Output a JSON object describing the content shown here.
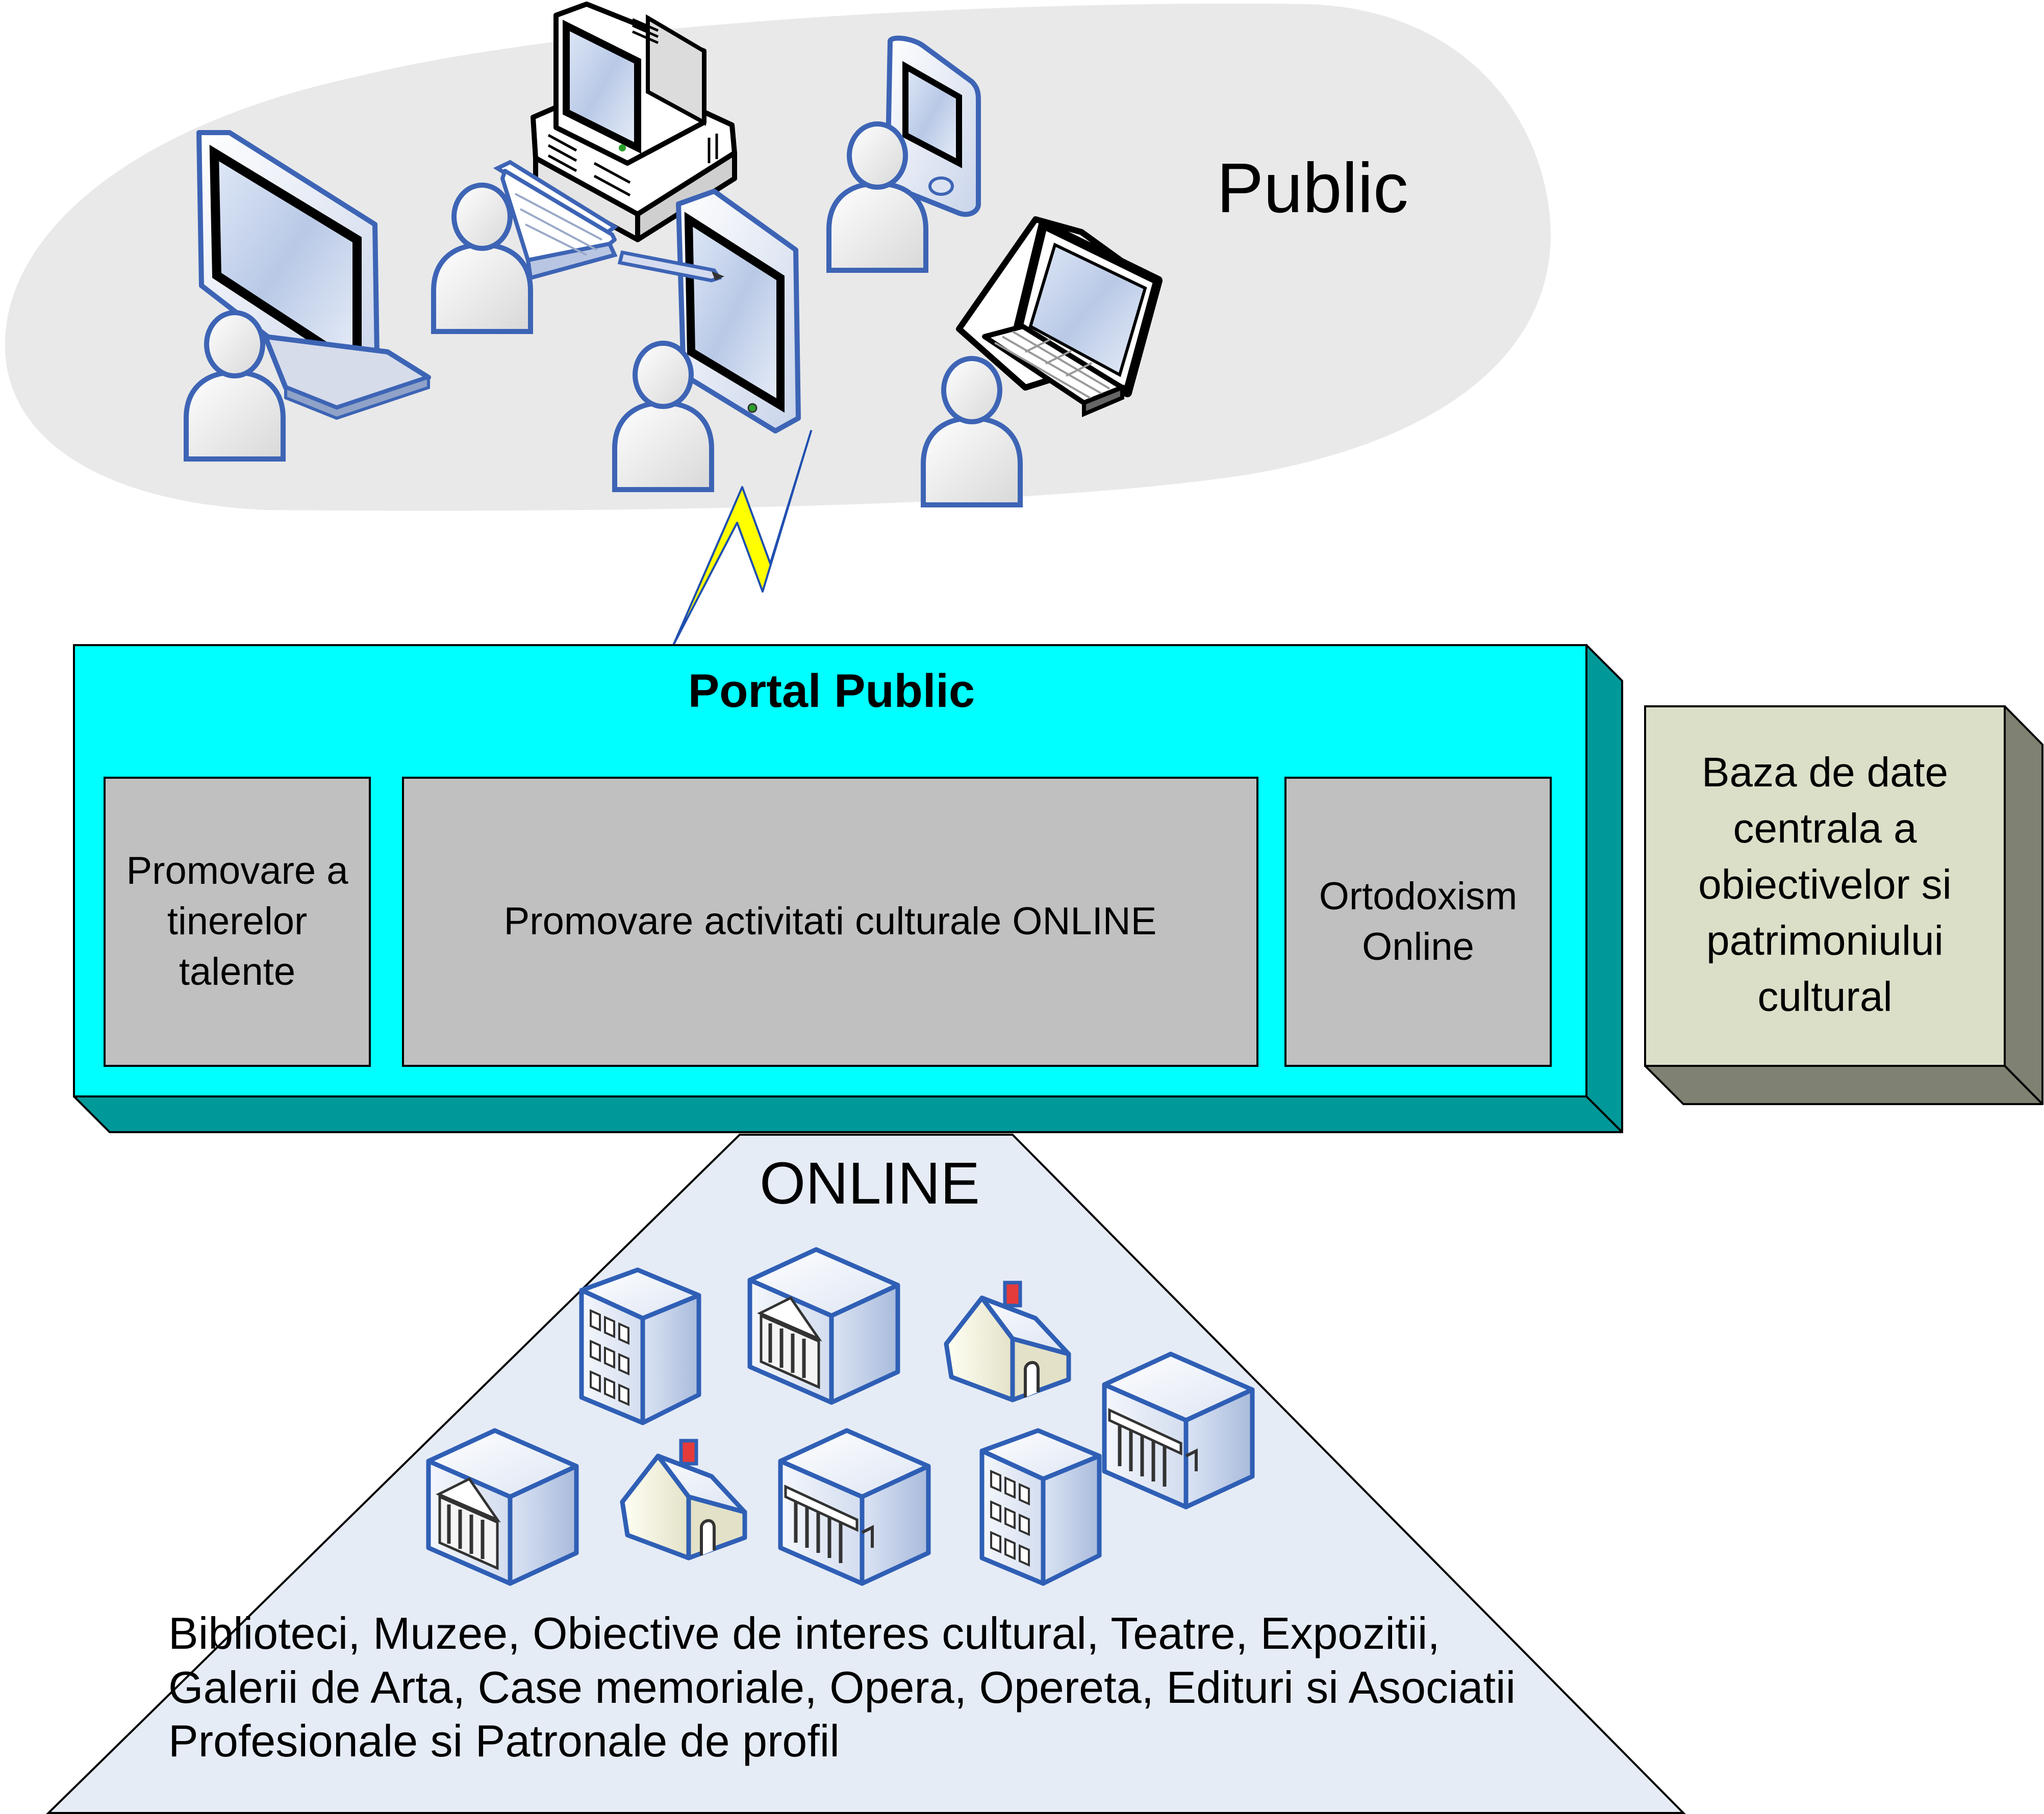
{
  "public": {
    "label": "Public"
  },
  "portal": {
    "title": "Portal Public",
    "modules": [
      {
        "label": "Promovare a tinerelor talente"
      },
      {
        "label": "Promovare activitati culturale ONLINE"
      },
      {
        "label": "Ortodoxism Online"
      }
    ]
  },
  "database": {
    "label": "Baza de date centrala a obiectivelor si patrimoniului cultural"
  },
  "online": {
    "label": "ONLINE",
    "description": "Biblioteci, Muzee, Obiective de interes cultural, Teatre, Expozitii, Galerii de Arta, Case memoriale, Opera, Opereta, Edituri si Asociatii Profesionale si Patronale de profil"
  },
  "icons": {
    "devices": [
      "desktop-monitor-icon",
      "pc-tower-icon",
      "pda-icon",
      "tablet-icon",
      "laptop-icon",
      "user-icon",
      "lightning-icon"
    ],
    "buildings": [
      "office-building-icon",
      "museum-icon",
      "house-icon"
    ]
  },
  "colors": {
    "cloud": "#e9e9e9",
    "portal_front": "#00ffff",
    "portal_side": "#009999",
    "module": "#c0c0c0",
    "db_front": "#dcdfc8",
    "db_side": "#7f8172",
    "pyramid": "#e6ecf6",
    "outline": "#2f5fb5",
    "lightning": "#ffff00"
  }
}
